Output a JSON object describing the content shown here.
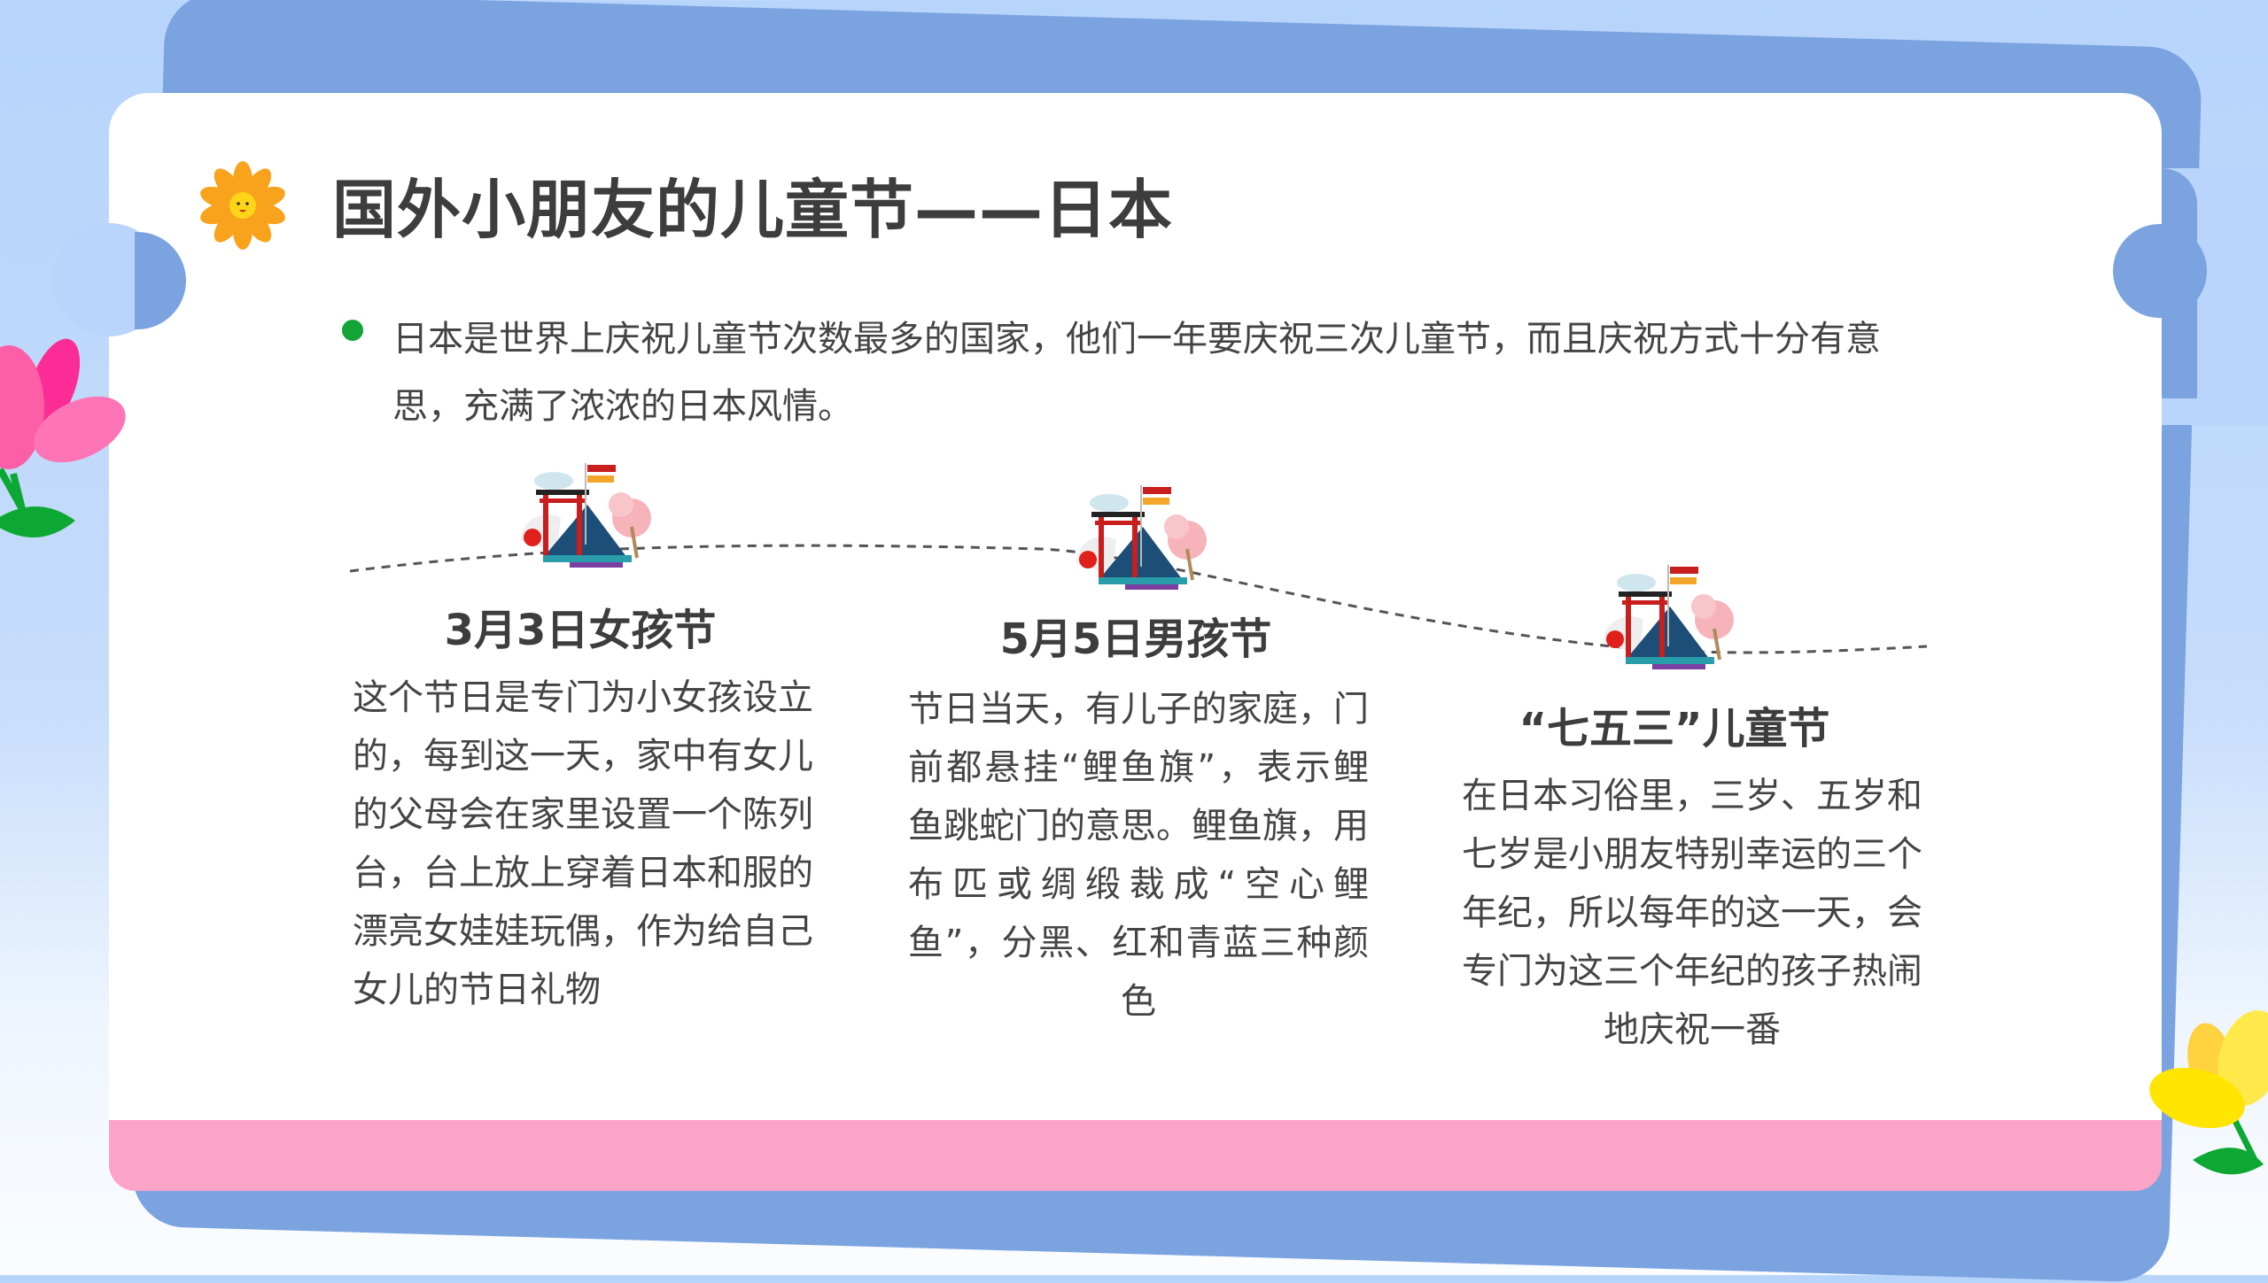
{
  "slide": {
    "title": "国外小朋友的儿童节——日本",
    "intro": "日本是世界上庆祝儿童节次数最多的国家，他们一年要庆祝三次儿童节，而且庆祝方式十分有意思，充满了浓浓的日本风情。",
    "icons": {
      "title_icon": "smiling-sun-flower-icon",
      "bullet": "green-dot-bullet",
      "scene": "japan-torii-fuji-sakura-illustration",
      "left_decoration": "pink-tulip",
      "right_decoration": "yellow-tulip"
    },
    "colors": {
      "background": "#b7d4fb",
      "back_card": "#7ba3e0",
      "card": "#ffffff",
      "bottom_band": "#fca3c8",
      "bullet": "#12a436",
      "text": "#404040"
    },
    "festivals": [
      {
        "heading": "3月3日女孩节",
        "body": "这个节日是专门为小女孩设立的，每到这一天，家中有女儿的父母会在家里设置一个陈列台，台上放上穿着日本和服的漂亮女娃娃玩偶，作为给自己女儿的节日礼物"
      },
      {
        "heading": "5月5日男孩节",
        "body": "节日当天，有儿子的家庭，门前都悬挂“鲤鱼旗”，表示鲤鱼跳蛇门的意思。鲤鱼旗，用布匹或绸缎裁成“空心鲤鱼”，分黑、红和青蓝三种颜色"
      },
      {
        "heading": "“七五三”儿童节",
        "body": "在日本习俗里，三岁、五岁和七岁是小朋友特别幸运的三个年纪，所以每年的这一天，会专门为这三个年纪的孩子热闹地庆祝一番"
      }
    ]
  }
}
